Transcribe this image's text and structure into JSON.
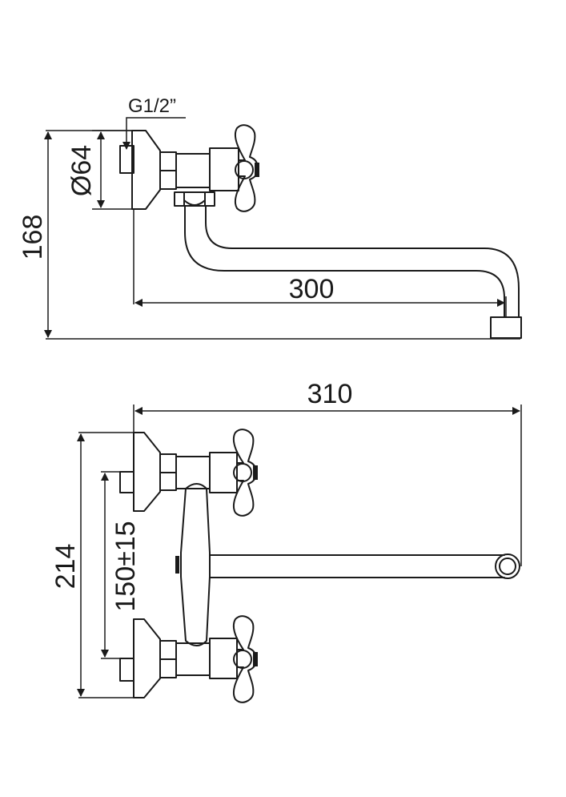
{
  "labels": {
    "thread": "G1/2”",
    "flange_diameter": "Ø64",
    "height": "168",
    "spout_reach": "300",
    "total_width": "310",
    "total_height": "214",
    "center_distance": "150±15"
  },
  "colors": {
    "line": "#1a1a1a",
    "background": "#ffffff"
  }
}
